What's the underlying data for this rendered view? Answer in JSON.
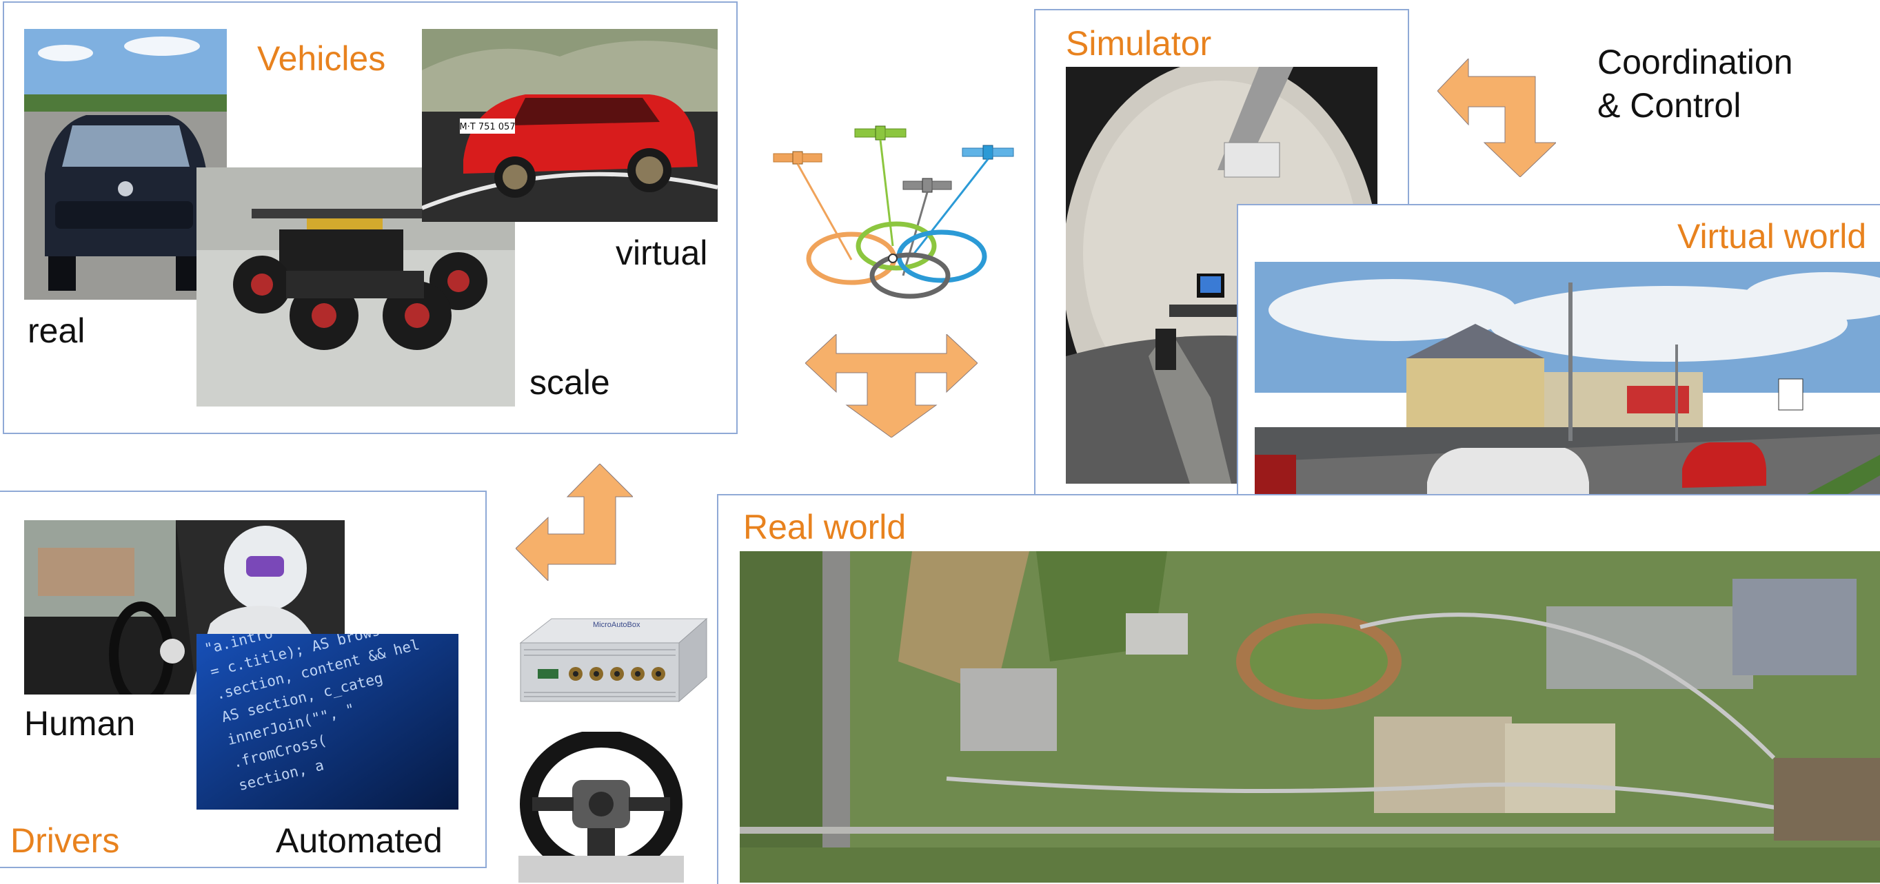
{
  "vehicles": {
    "title": "Vehicles",
    "real_label": "real",
    "scale_label": "scale",
    "virtual_label": "virtual",
    "virtual_plate": "M·T 751 057"
  },
  "simulator": {
    "title": "Simulator"
  },
  "coordination": {
    "line1": "Coordination",
    "line2": "& Control"
  },
  "virtual_world": {
    "title": "Virtual world"
  },
  "real_world": {
    "title": "Real world"
  },
  "drivers": {
    "title": "Drivers",
    "human_label": "Human",
    "automated_label": "Automated",
    "code_text": "\"a.intro\n= c.title); AS browser\n.section, content && hel\nAS section, c_categ\ninnerJoin(\"\", \"\n.fromCross(\nsection, a"
  },
  "hardware": {
    "device_brand": "MicroAutoBox"
  },
  "colors": {
    "accent": "#e8821e",
    "arrow_fill": "#f6b06a",
    "panel_border": "#8fa9d6",
    "sat_orange": "#f0a35a",
    "sat_green": "#8cc63f",
    "sat_gray": "#777777",
    "sat_blue": "#2b9ad6"
  }
}
